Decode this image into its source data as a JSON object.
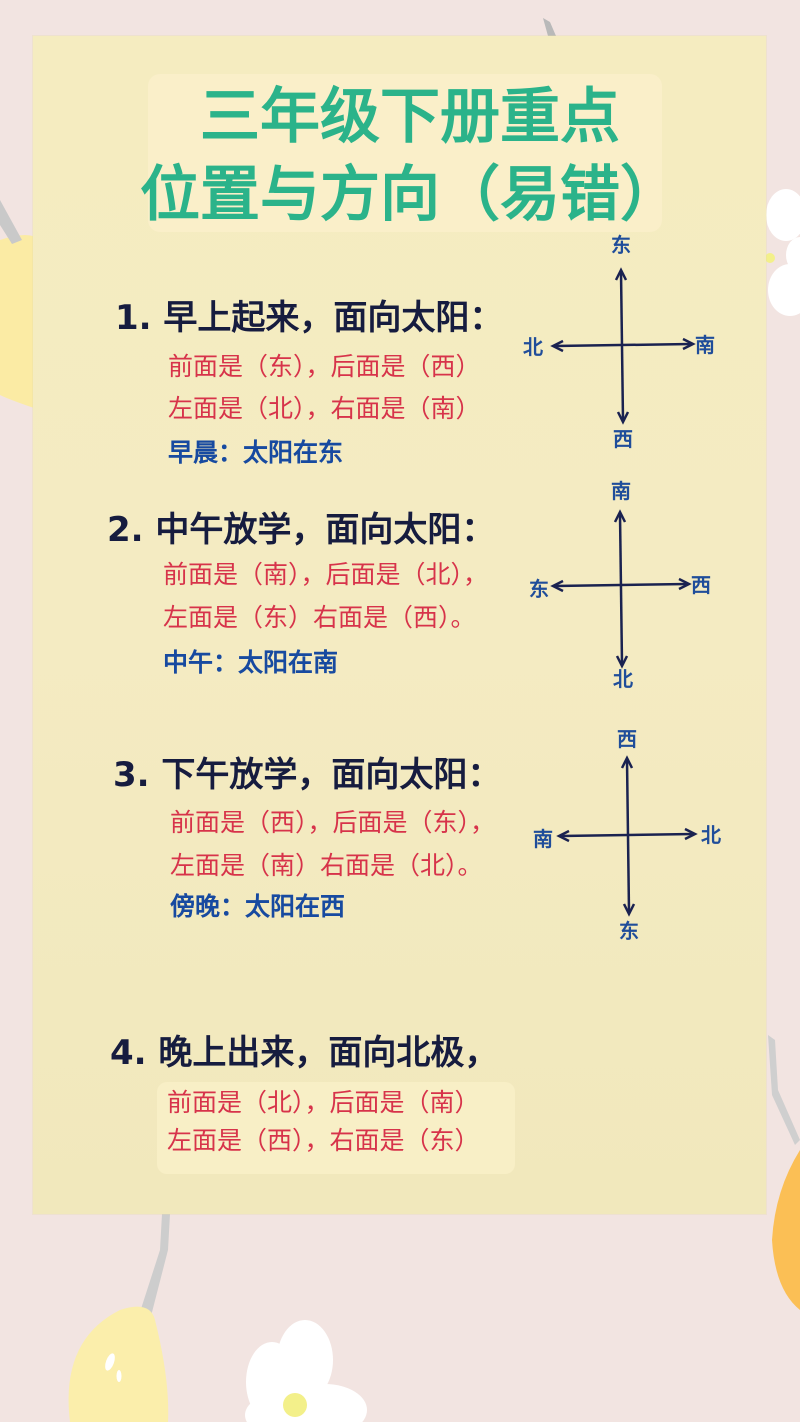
{
  "title": {
    "line1": "三年级下册重点",
    "line2": "位置与方向（易错）"
  },
  "sections": [
    {
      "heading": "1. 早上起来，面向太阳：",
      "lines": [
        "前面是（东），后面是（西）",
        "左面是（北），右面是（南）"
      ],
      "note": "早晨：太阳在东",
      "compass": {
        "top": "东",
        "bottom": "西",
        "left": "北",
        "right": "南"
      }
    },
    {
      "heading": "2. 中午放学，面向太阳：",
      "lines": [
        "前面是（南），后面是（北），",
        "左面是（东）右面是（西）。"
      ],
      "note": "中午：太阳在南",
      "compass": {
        "top": "南",
        "bottom": "北",
        "left": "东",
        "right": "西"
      }
    },
    {
      "heading": "3. 下午放学，面向太阳：",
      "lines": [
        "前面是（西），后面是（东），",
        "左面是（南）右面是（北）。"
      ],
      "note": "傍晚：太阳在西",
      "compass": {
        "top": "西",
        "bottom": "东",
        "left": "南",
        "right": "北"
      }
    },
    {
      "heading": "4. 晚上出来，面向北极，",
      "lines": [
        "前面是（北），后面是（南）",
        "左面是（西），右面是（东）"
      ]
    }
  ],
  "colors": {
    "title": "#2bb38a",
    "heading": "#161c3f",
    "answer": "#d7334a",
    "note": "#174aa0",
    "compass": "#1f4d9a",
    "card": "#f5ecc0",
    "background": "#f2e4e1"
  }
}
